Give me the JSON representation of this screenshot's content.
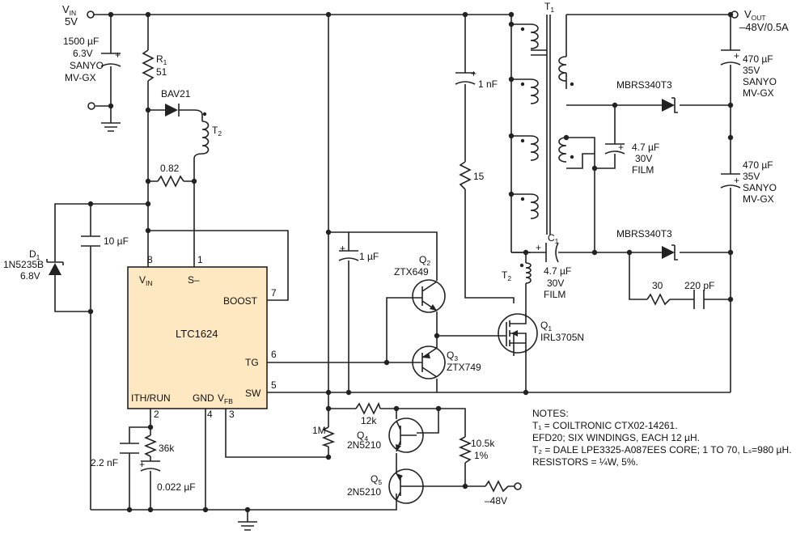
{
  "supply": {
    "vin_main": "V",
    "vin_sub": "IN",
    "vin_value": "5V",
    "vout_main": "V",
    "vout_sub": "OUT",
    "vout_value": "–48V/0.5A"
  },
  "components": {
    "c_in": [
      "1500 µF",
      "6.3V",
      "SANYO",
      "MV-GX"
    ],
    "r1": {
      "name": "R",
      "sub": "1",
      "value": "51"
    },
    "d_bav": "BAV21",
    "t2_top": {
      "name": "T",
      "sub": "2"
    },
    "r_082": "0.82",
    "d1": {
      "name": "D",
      "sub": "1",
      "part": "1N5235B",
      "value": "6.8V"
    },
    "c_10u": "10 µF",
    "ic": {
      "name": "LTC1624",
      "vin": "V",
      "vin_sub": "IN",
      "sminus": "S–",
      "boost": "BOOST",
      "tg": "TG",
      "sw": "SW",
      "ithrun": "ITH/RUN",
      "gnd": "GND",
      "vfb": "V",
      "vfb_sub": "FB",
      "p8": "8",
      "p1": "1",
      "p7": "7",
      "p6": "6",
      "p5": "5",
      "p2": "2",
      "p4": "4",
      "p3": "3"
    },
    "c_22n": "2.2 nF",
    "r_36k": "36k",
    "c_022u": "0.022 µF",
    "c_1u": "1 µF",
    "q2": {
      "name": "Q",
      "sub": "2",
      "part": "ZTX649"
    },
    "q3": {
      "name": "Q",
      "sub": "3",
      "part": "ZTX749"
    },
    "q1": {
      "name": "Q",
      "sub": "1",
      "part": "IRL3705N"
    },
    "q4": {
      "name": "Q",
      "sub": "4",
      "part": "2N5210"
    },
    "q5": {
      "name": "Q",
      "sub": "5",
      "part": "2N5210"
    },
    "c_1n": "1 nF",
    "r_15": "15",
    "t1": {
      "name": "T",
      "sub": "1"
    },
    "t2_mid": {
      "name": "T",
      "sub": "2"
    },
    "c1": {
      "name": "C",
      "sub": "1",
      "lines": [
        "4.7 µF",
        "30V",
        "FILM"
      ]
    },
    "c_film_top": [
      "4.7 µF",
      "30V",
      "FILM"
    ],
    "c_out1": [
      "470 µF",
      "35V",
      "SANYO",
      "MV-GX"
    ],
    "c_out2": [
      "470 µF",
      "35V",
      "SANYO",
      "MV-GX"
    ],
    "d_mbrs_top": "MBRS340T3",
    "d_mbrs_bot": "MBRS340T3",
    "r_30": "30",
    "c_220p": "220 pF",
    "r_1m": "1M",
    "r_12k": "12k",
    "r_105k": [
      "10.5k",
      "1%"
    ],
    "neg48": "–48V",
    "plus": "+"
  },
  "notes": {
    "title": "NOTES:",
    "lines": [
      "T₁ = COILTRONIC CTX02-14261.",
      "EFD20; SIX WINDINGS, EACH 12 µH.",
      "T₂ = DALE LPE3325-A087EES CORE; 1 TO 70, Lₛ=980 µH.",
      "RESISTORS = ¼W, 5%."
    ]
  }
}
